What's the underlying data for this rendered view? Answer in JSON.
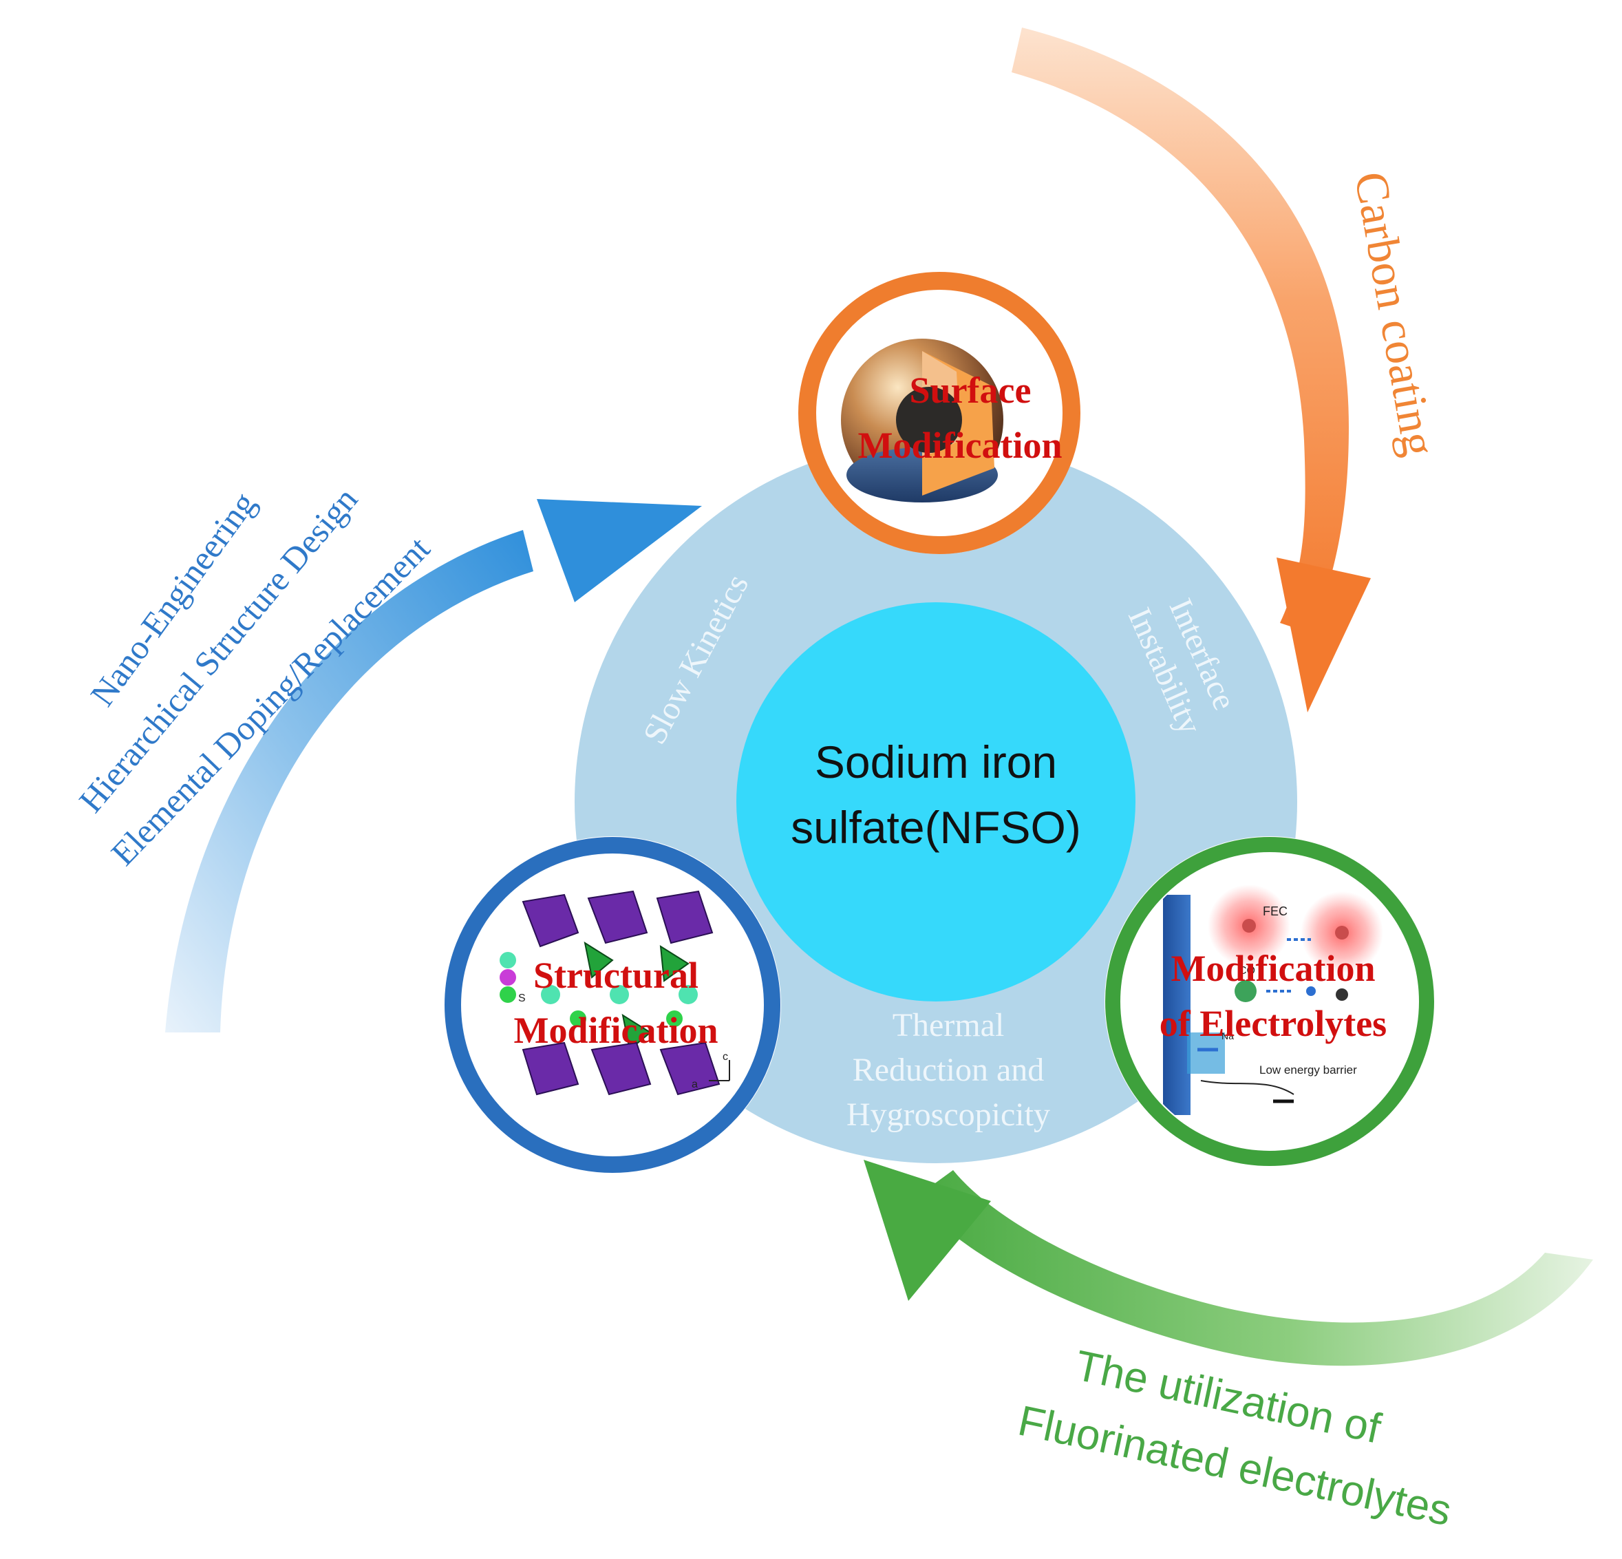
{
  "center": {
    "line1": "Sodium iron",
    "line2": "sulfate(NFSO)",
    "color": "#36d9fb"
  },
  "ring": {
    "color": "#b3d6ea",
    "segments": {
      "slow_kinetics": "Slow Kinetics",
      "interface_line1": "Interface",
      "interface_line2": "Instability",
      "thermal_line1": "Thermal",
      "thermal_line2": "Reduction and",
      "thermal_line3": "Hygroscopicity"
    }
  },
  "nodes": {
    "surface": {
      "line1": "Surface",
      "line2": "Modification",
      "ring_color": "#ef7d2e"
    },
    "structural": {
      "line1": "Structural",
      "line2": "Modification",
      "ring_color": "#2a6fbe",
      "inset_labels": {
        "s": "S",
        "c": "c",
        "a": "a"
      }
    },
    "electrolytes": {
      "line1": "Modification",
      "line2": "of Electrolytes",
      "ring_color": "#3ea13c",
      "inset_labels": {
        "fec": "FEC",
        "co": "CO",
        "na": "Na",
        "barrier": "Low energy barrier"
      }
    }
  },
  "strategies": {
    "carbon": "Carbon coating",
    "left_line1": "Nano-Engineering",
    "left_line2": "Hierarchical Structure Design",
    "left_line3": "Elemental Doping/Replacement",
    "fluor_line1": "The utilization of",
    "fluor_line2": "Fluorinated electrolytes"
  },
  "colors": {
    "node_text": "#d10f0f",
    "orange_arrow": "#f5823c",
    "blue_arrow": "#2c8ad8",
    "green_arrow": "#4cae47",
    "blue_text": "#2f79c9",
    "orange_text": "#f08535",
    "green_text": "#49a846"
  }
}
